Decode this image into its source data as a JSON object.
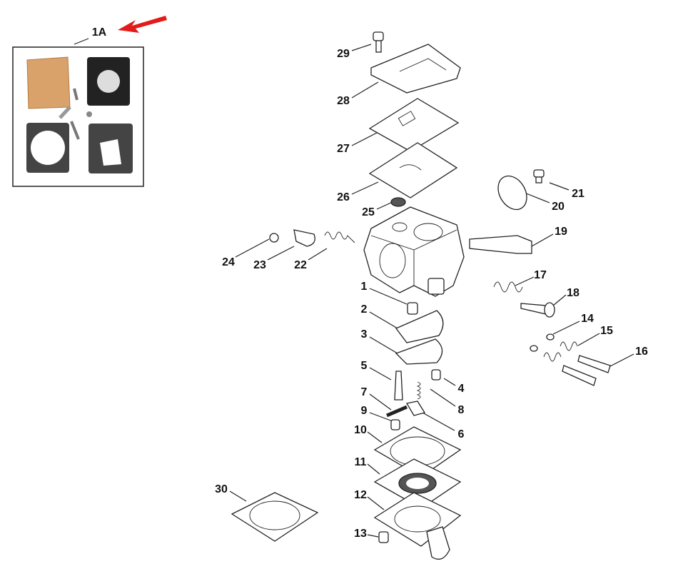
{
  "diagram": {
    "title": "Carburetor exploded parts diagram",
    "kit_label": "1A",
    "arrow_color": "#e31b1b",
    "labels": {
      "p1": "1",
      "p2": "2",
      "p3": "3",
      "p4": "4",
      "p5": "5",
      "p6": "6",
      "p7": "7",
      "p8": "8",
      "p9": "9",
      "p10": "10",
      "p11": "11",
      "p12": "12",
      "p13": "13",
      "p14": "14",
      "p15": "15",
      "p16": "16",
      "p17": "17",
      "p18": "18",
      "p19": "19",
      "p20": "20",
      "p21": "21",
      "p22": "22",
      "p23": "23",
      "p24": "24",
      "p25": "25",
      "p26": "26",
      "p27": "27",
      "p28": "28",
      "p29": "29",
      "p30": "30"
    }
  }
}
